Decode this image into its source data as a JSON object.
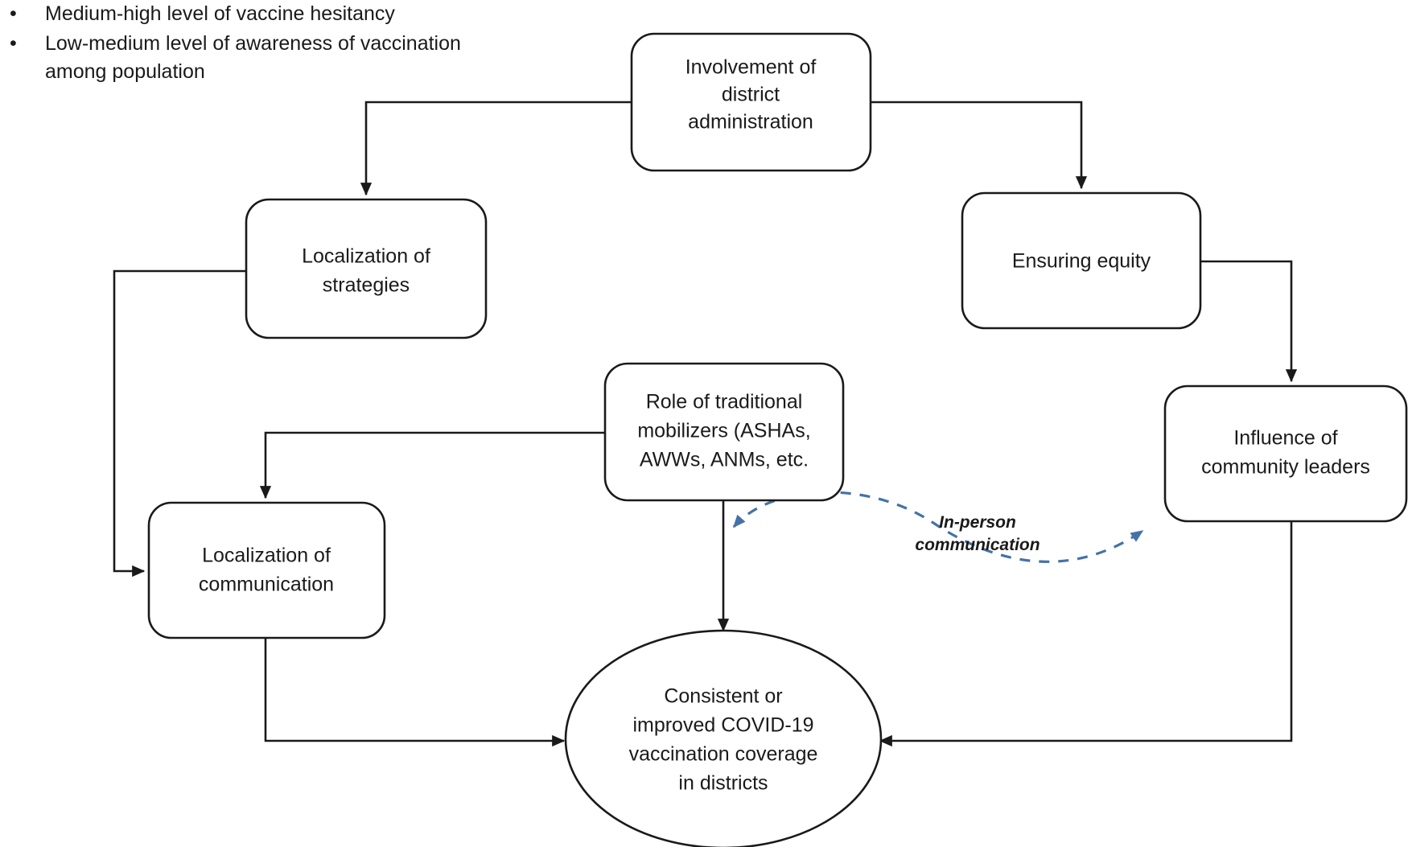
{
  "bullets": {
    "items": [
      "Medium-high level of vaccine hesitancy",
      "Low-medium level of awareness of vaccination among population"
    ],
    "bullet_glyph": "•"
  },
  "colors": {
    "shape_stroke": "#1a1a1a",
    "connector": "#1a1a1a",
    "dashed_edge": "#4472a8",
    "text": "#1a1a1a",
    "background": "#ffffff"
  },
  "chart_data": {
    "type": "diagram",
    "title": "",
    "nodes": [
      {
        "id": "district-administration",
        "shape": "rounded-rect",
        "lines": [
          "Involvement of",
          "district",
          "administration"
        ]
      },
      {
        "id": "localization-of-strategies",
        "shape": "rounded-rect",
        "lines": [
          "Localization of",
          "strategies"
        ]
      },
      {
        "id": "ensuring-equity",
        "shape": "rounded-rect",
        "lines": [
          "Ensuring equity"
        ]
      },
      {
        "id": "traditional-mobilizers",
        "shape": "rounded-rect",
        "lines": [
          "Role of traditional",
          "mobilizers (ASHAs,",
          "AWWs, ANMs, etc."
        ]
      },
      {
        "id": "community-leaders",
        "shape": "rounded-rect",
        "lines": [
          "Influence of",
          "community leaders"
        ]
      },
      {
        "id": "localization-of-communication",
        "shape": "rounded-rect",
        "lines": [
          "Localization of",
          "communication"
        ]
      },
      {
        "id": "vaccination-coverage",
        "shape": "ellipse",
        "lines": [
          "Consistent or",
          "improved COVID-19",
          "vaccination coverage",
          "in districts"
        ]
      }
    ],
    "edges": [
      {
        "from": "district-administration",
        "to": "localization-of-strategies",
        "style": "solid",
        "arrow": "end",
        "label": ""
      },
      {
        "from": "district-administration",
        "to": "ensuring-equity",
        "style": "solid",
        "arrow": "end",
        "label": ""
      },
      {
        "from": "ensuring-equity",
        "to": "community-leaders",
        "style": "solid",
        "arrow": "end",
        "label": ""
      },
      {
        "from": "localization-of-strategies",
        "to": "localization-of-communication",
        "style": "solid",
        "arrow": "end",
        "label": ""
      },
      {
        "from": "traditional-mobilizers",
        "to": "localization-of-communication",
        "style": "solid",
        "arrow": "end",
        "label": ""
      },
      {
        "from": "traditional-mobilizers",
        "to": "vaccination-coverage",
        "style": "solid",
        "arrow": "end",
        "label": ""
      },
      {
        "from": "localization-of-communication",
        "to": "vaccination-coverage",
        "style": "solid",
        "arrow": "end",
        "label": ""
      },
      {
        "from": "community-leaders",
        "to": "vaccination-coverage",
        "style": "solid",
        "arrow": "end",
        "label": ""
      },
      {
        "from": "traditional-mobilizers",
        "to": "community-leaders",
        "style": "dashed",
        "arrow": "both",
        "label": "In-person communication"
      }
    ]
  },
  "nodes": {
    "district_administration": {
      "line1": "Involvement of",
      "line2": "district",
      "line3": "administration"
    },
    "localization_strategies": {
      "line1": "Localization of",
      "line2": "strategies"
    },
    "ensuring_equity": {
      "line1": "Ensuring equity"
    },
    "traditional_mobilizers": {
      "line1": "Role of traditional",
      "line2": "mobilizers (ASHAs,",
      "line3": "AWWs, ANMs, etc."
    },
    "community_leaders": {
      "line1": "Influence of",
      "line2": "community leaders"
    },
    "localization_communication": {
      "line1": "Localization of",
      "line2": "communication"
    },
    "vaccination_coverage": {
      "line1": "Consistent or",
      "line2": "improved COVID-19",
      "line3": "vaccination coverage",
      "line4": "in districts"
    }
  },
  "edge_labels": {
    "in_person_line1": "In-person",
    "in_person_line2": "communication"
  }
}
